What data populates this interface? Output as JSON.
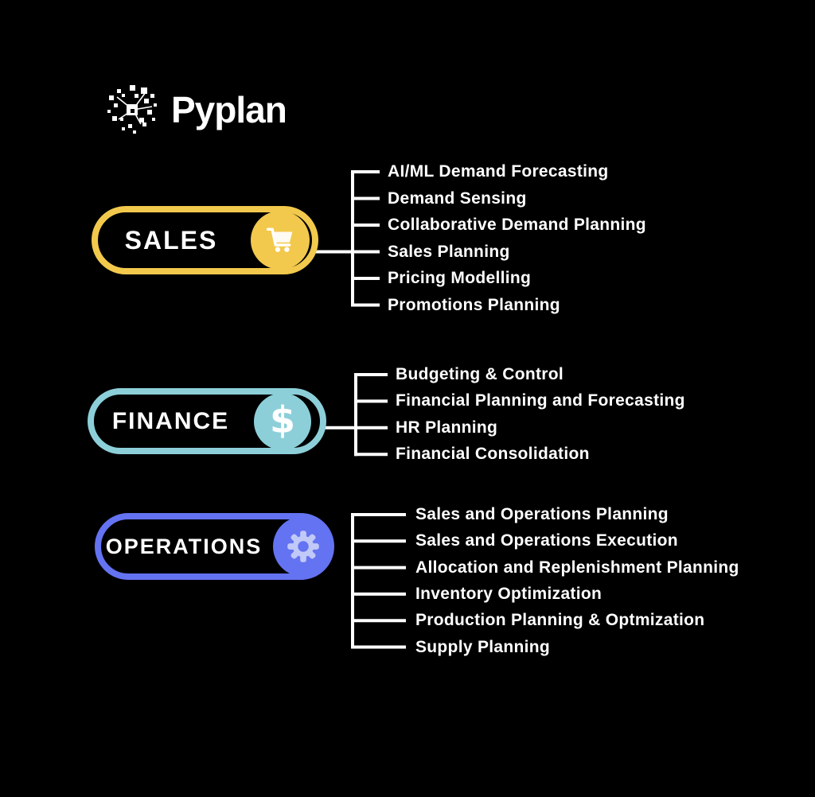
{
  "logo": {
    "text": "Pyplan",
    "icon": "pyplan-cluster-icon"
  },
  "colors": {
    "background": "#000000",
    "line": "#FFFFFF",
    "text": "#FFFFFF",
    "sales_accent": "#F2C94C",
    "finance_accent": "#8CCFD9",
    "operations_accent": "#6473F1",
    "gear_fill": "#C1C9F8"
  },
  "groups": [
    {
      "id": "sales",
      "label": "SALES",
      "icon": "shopping-cart-icon",
      "color": "#F2C94C",
      "items": [
        "AI/ML Demand Forecasting",
        "Demand Sensing",
        "Collaborative Demand Planning",
        "Sales Planning",
        "Pricing Modelling",
        "Promotions Planning"
      ]
    },
    {
      "id": "finance",
      "label": "FINANCE",
      "icon": "dollar-icon",
      "icon_glyph": "$",
      "color": "#8CCFD9",
      "items": [
        "Budgeting & Control",
        "Financial Planning and Forecasting",
        "HR Planning",
        "Financial Consolidation"
      ]
    },
    {
      "id": "operations",
      "label": "OPERATIONS",
      "icon": "gear-icon",
      "color": "#6473F1",
      "items": [
        "Sales and Operations Planning",
        "Sales and Operations Execution",
        "Allocation and Replenishment Planning",
        "Inventory Optimization",
        "Production Planning & Optmization",
        "Supply Planning"
      ]
    }
  ]
}
